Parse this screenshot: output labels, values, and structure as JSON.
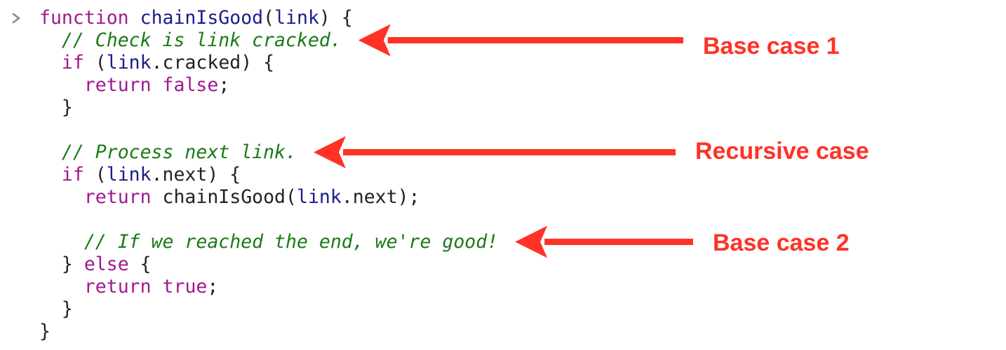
{
  "colors": {
    "keyword": "#a0198c",
    "identifier": "#1b1b8f",
    "comment": "#1b7a17",
    "plain": "#222222",
    "annotation": "#fe3227",
    "chevron": "#888888"
  },
  "console": {
    "prompt_icon": "chevron-right-icon"
  },
  "code": {
    "lines": [
      [
        {
          "t": "kw",
          "v": "function"
        },
        {
          "t": "punc",
          "v": " "
        },
        {
          "t": "id",
          "v": "chainIsGood"
        },
        {
          "t": "punc",
          "v": "("
        },
        {
          "t": "id",
          "v": "link"
        },
        {
          "t": "punc",
          "v": ") {"
        }
      ],
      [
        {
          "t": "punc",
          "v": "  "
        },
        {
          "t": "comment",
          "v": "// Check is link cracked."
        }
      ],
      [
        {
          "t": "punc",
          "v": "  "
        },
        {
          "t": "kw",
          "v": "if"
        },
        {
          "t": "punc",
          "v": " ("
        },
        {
          "t": "id",
          "v": "link"
        },
        {
          "t": "punc",
          "v": ".cracked) {"
        }
      ],
      [
        {
          "t": "punc",
          "v": "    "
        },
        {
          "t": "kw",
          "v": "return"
        },
        {
          "t": "punc",
          "v": " "
        },
        {
          "t": "lit",
          "v": "false"
        },
        {
          "t": "punc",
          "v": ";"
        }
      ],
      [
        {
          "t": "punc",
          "v": "  }"
        }
      ],
      [
        {
          "t": "punc",
          "v": ""
        }
      ],
      [
        {
          "t": "punc",
          "v": "  "
        },
        {
          "t": "comment",
          "v": "// Process next link."
        }
      ],
      [
        {
          "t": "punc",
          "v": "  "
        },
        {
          "t": "kw",
          "v": "if"
        },
        {
          "t": "punc",
          "v": " ("
        },
        {
          "t": "id",
          "v": "link"
        },
        {
          "t": "punc",
          "v": ".next) {"
        }
      ],
      [
        {
          "t": "punc",
          "v": "    "
        },
        {
          "t": "kw",
          "v": "return"
        },
        {
          "t": "punc",
          "v": " chainIsGood("
        },
        {
          "t": "id",
          "v": "link"
        },
        {
          "t": "punc",
          "v": ".next);"
        }
      ],
      [
        {
          "t": "punc",
          "v": ""
        }
      ],
      [
        {
          "t": "punc",
          "v": "    "
        },
        {
          "t": "comment",
          "v": "// If we reached the end, we're good!"
        }
      ],
      [
        {
          "t": "punc",
          "v": "  } "
        },
        {
          "t": "kw",
          "v": "else"
        },
        {
          "t": "punc",
          "v": " {"
        }
      ],
      [
        {
          "t": "punc",
          "v": "    "
        },
        {
          "t": "kw",
          "v": "return"
        },
        {
          "t": "punc",
          "v": " "
        },
        {
          "t": "lit",
          "v": "true"
        },
        {
          "t": "punc",
          "v": ";"
        }
      ],
      [
        {
          "t": "punc",
          "v": "  }"
        }
      ],
      [
        {
          "t": "punc",
          "v": "}"
        }
      ]
    ]
  },
  "annotations": [
    {
      "label": "Base case 1",
      "target_line": 1
    },
    {
      "label": "Recursive case",
      "target_line": 6
    },
    {
      "label": "Base case 2",
      "target_line": 10
    }
  ]
}
